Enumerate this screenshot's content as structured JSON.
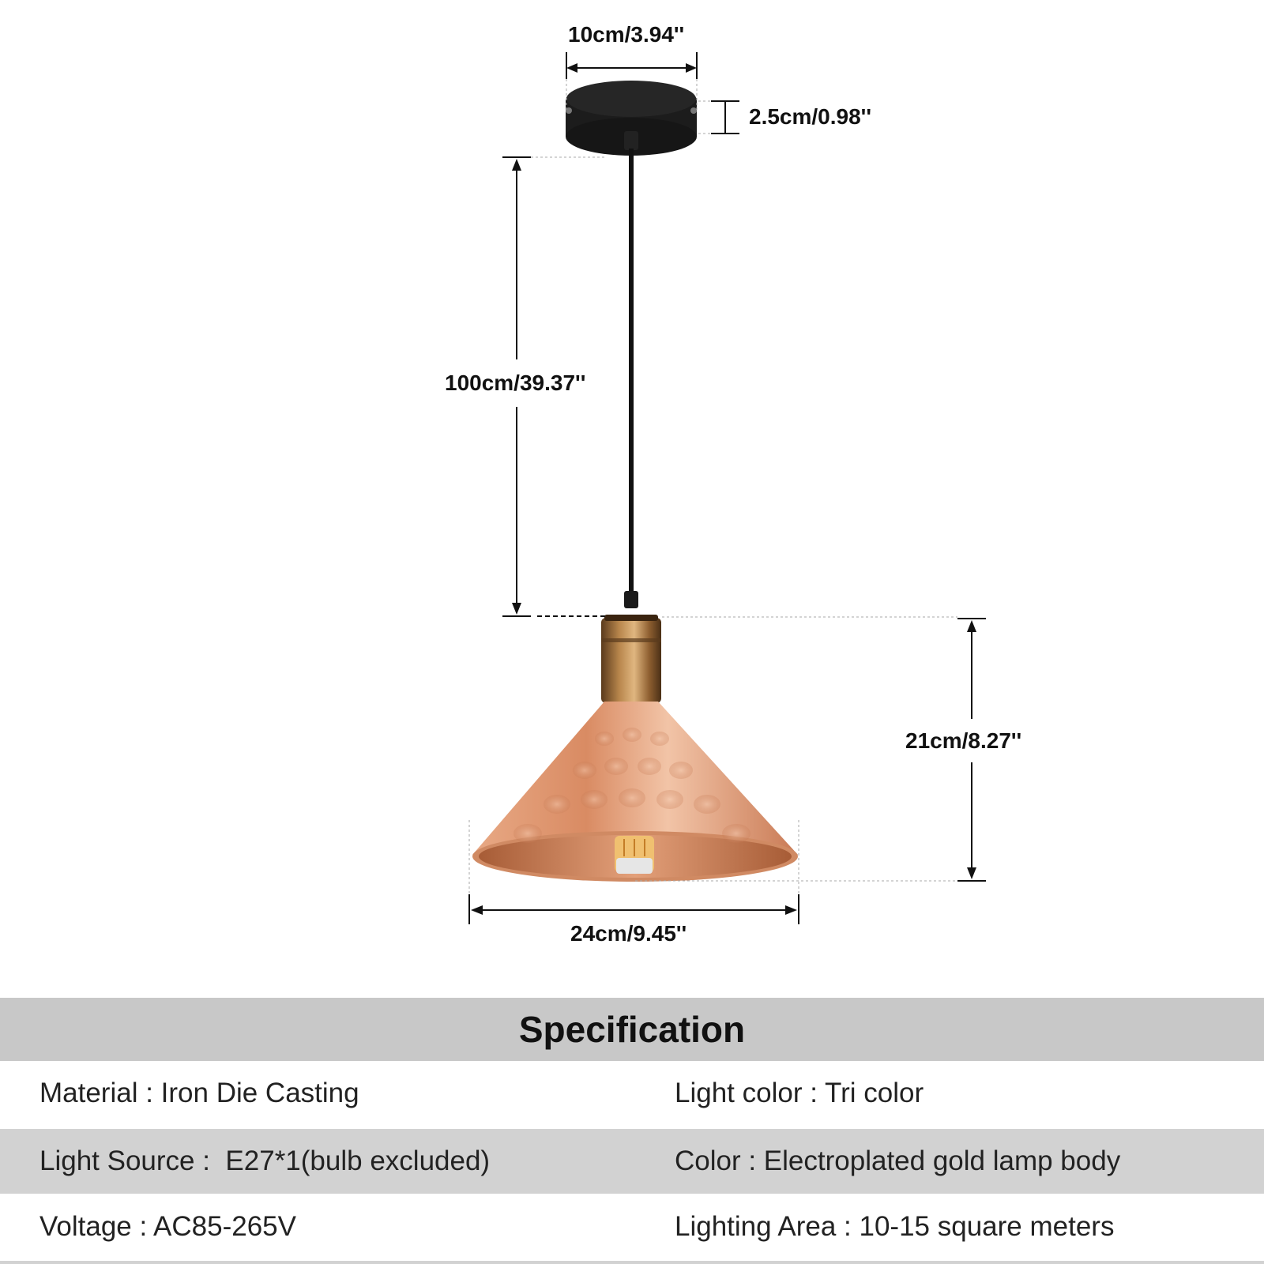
{
  "dimensions": {
    "canopy_width": "10cm/3.94''",
    "canopy_height": "2.5cm/0.98''",
    "cord_length": "100cm/39.37''",
    "shade_height": "21cm/8.27''",
    "shade_width": "24cm/9.45''"
  },
  "specification": {
    "title": "Specification",
    "rows": [
      {
        "left": "Material : Iron Die Casting",
        "right": "Light color : Tri color"
      },
      {
        "left": "Light Source :  E27*1(bulb excluded)",
        "right": "Color : Electroplated gold lamp body"
      },
      {
        "left": "Voltage : AC85-265V",
        "right": "Lighting Area : 10-15 square meters"
      }
    ]
  },
  "colors": {
    "canopy": "#1c1c1c",
    "cord": "#111111",
    "socket": "#8a5a2b",
    "shade": "#d9906c",
    "shade_inner": "#b8693f",
    "header_bg": "#c8c8c8",
    "row_shade_bg": "#d2d2d2"
  },
  "icons": {
    "product": "pendant-lamp-illustration"
  }
}
